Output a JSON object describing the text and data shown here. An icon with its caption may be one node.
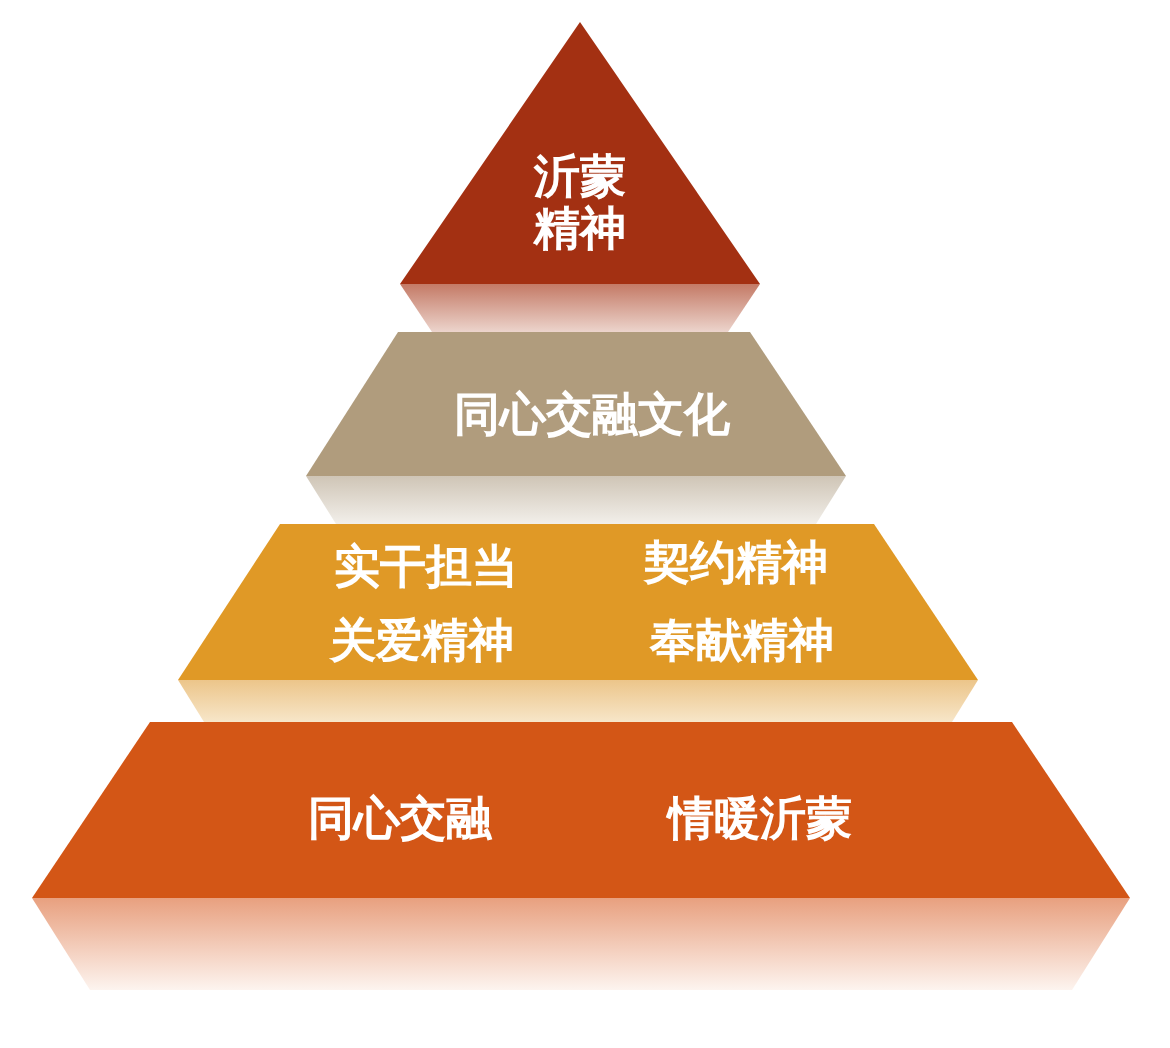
{
  "diagram": {
    "nodes": [
      {
        "text": [
          "沂蒙精神"
        ]
      },
      {
        "text": [
          "同心交融文化"
        ]
      },
      {
        "text": [
          "实干担当",
          "契约精神",
          "关爱精神",
          "奉献精神"
        ]
      },
      {
        "text": [
          "同心交融",
          "情暖沂蒙"
        ]
      }
    ]
  }
}
